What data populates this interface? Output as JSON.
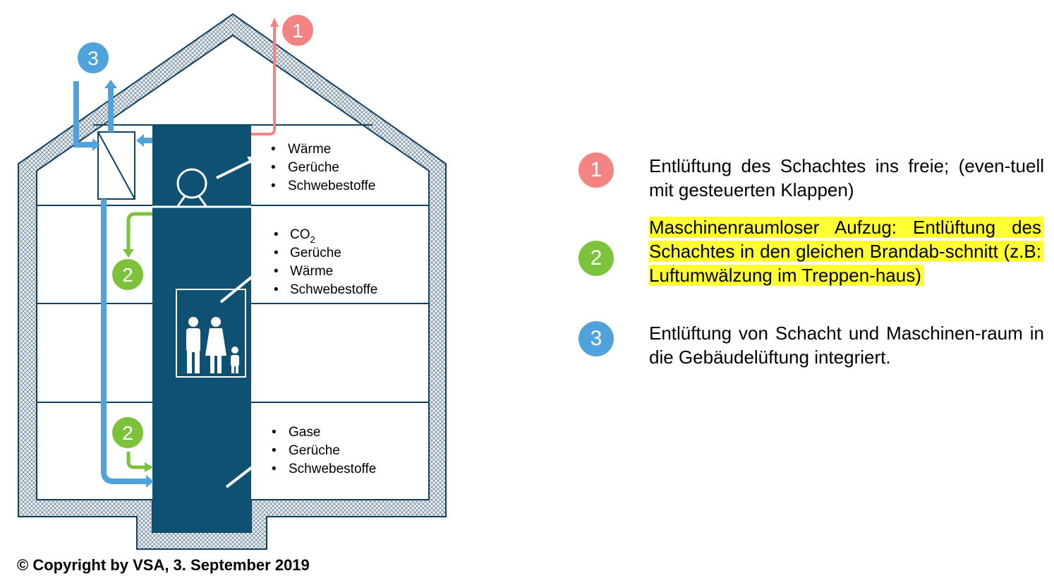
{
  "colors": {
    "red": "#f48484",
    "green": "#7dc23b",
    "blue": "#4fa3da",
    "shaft": "#0e5173",
    "wall_line": "#12415e",
    "highlight": "#ffff33"
  },
  "badges": {
    "one": "1",
    "two": "2",
    "three": "3"
  },
  "floors": {
    "top": [
      "Wärme",
      "Gerüche",
      "Schwebestoffe"
    ],
    "middle": [
      "CO",
      "Gerüche",
      "Wärme",
      "Schwebestoffe"
    ],
    "middle_subscript": "2",
    "bottom": [
      "Gase",
      "Gerüche",
      "Schwebestoffe"
    ]
  },
  "legend": [
    {
      "num": "1",
      "text": "Entlüftung des Schachtes ins freie; (even-tuell mit gesteuerten Klappen)",
      "highlighted": false
    },
    {
      "num": "2",
      "text": "Maschinenraumloser Aufzug: Entlüftung des Schachtes in den gleichen Brandab-schnitt (z.B: Luftumwälzung im Treppen-haus)",
      "highlighted": true
    },
    {
      "num": "3",
      "text": "Entlüftung von Schacht und Maschinen-raum in die Gebäudelüftung integriert.",
      "highlighted": false
    }
  ],
  "copyright": "© Copyright by VSA, 3. September 2019"
}
